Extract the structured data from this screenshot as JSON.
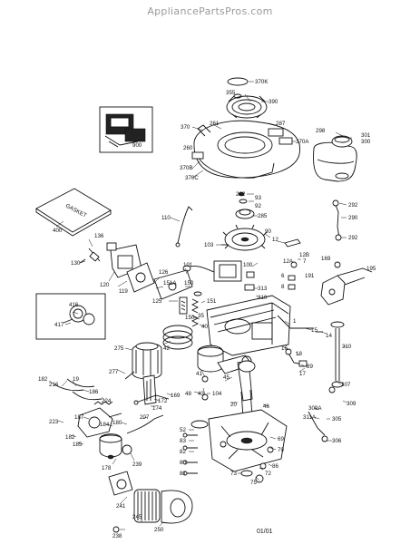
{
  "header": {
    "site": "AppliancePartsPros.com"
  },
  "footer": {
    "page": "01/01"
  },
  "parts": [
    {
      "id": "p370K",
      "label": "370K"
    },
    {
      "id": "p355",
      "label": "355"
    },
    {
      "id": "p390",
      "label": "390"
    },
    {
      "id": "p370",
      "label": "370"
    },
    {
      "id": "p261",
      "label": "261"
    },
    {
      "id": "p287",
      "label": "287"
    },
    {
      "id": "p370A",
      "label": "370A"
    },
    {
      "id": "p260",
      "label": "260"
    },
    {
      "id": "p370B",
      "label": "370B"
    },
    {
      "id": "p370C",
      "label": "370C"
    },
    {
      "id": "p900",
      "label": "900"
    },
    {
      "id": "p298",
      "label": "298"
    },
    {
      "id": "p301",
      "label": "301"
    },
    {
      "id": "p300",
      "label": "300"
    },
    {
      "id": "p262",
      "label": "262"
    },
    {
      "id": "p93",
      "label": "93"
    },
    {
      "id": "p92",
      "label": "92"
    },
    {
      "id": "p285",
      "label": "285"
    },
    {
      "id": "p292a",
      "label": "292"
    },
    {
      "id": "p290",
      "label": "290"
    },
    {
      "id": "p292b",
      "label": "292"
    },
    {
      "id": "p400",
      "label": "400"
    },
    {
      "id": "p110",
      "label": "110"
    },
    {
      "id": "p103",
      "label": "103"
    },
    {
      "id": "p90",
      "label": "90"
    },
    {
      "id": "p12",
      "label": "12"
    },
    {
      "id": "p12B",
      "label": "12B"
    },
    {
      "id": "p12A",
      "label": "12A"
    },
    {
      "id": "p7",
      "label": "7"
    },
    {
      "id": "p6",
      "label": "6"
    },
    {
      "id": "p8",
      "label": "8"
    },
    {
      "id": "p169a",
      "label": "169"
    },
    {
      "id": "p191",
      "label": "191"
    },
    {
      "id": "p195",
      "label": "195"
    },
    {
      "id": "p136",
      "label": "136"
    },
    {
      "id": "p130",
      "label": "130"
    },
    {
      "id": "p120",
      "label": "120"
    },
    {
      "id": "p119",
      "label": "119"
    },
    {
      "id": "p126",
      "label": "126"
    },
    {
      "id": "p151A",
      "label": "151A"
    },
    {
      "id": "p101",
      "label": "101"
    },
    {
      "id": "p150",
      "label": "150"
    },
    {
      "id": "p100",
      "label": "100"
    },
    {
      "id": "p313",
      "label": "313"
    },
    {
      "id": "p310",
      "label": "310"
    },
    {
      "id": "p125",
      "label": "125"
    },
    {
      "id": "p151",
      "label": "151"
    },
    {
      "id": "p416",
      "label": "416"
    },
    {
      "id": "p417",
      "label": "417"
    },
    {
      "id": "p150b",
      "label": "150"
    },
    {
      "id": "p35",
      "label": "35"
    },
    {
      "id": "p40",
      "label": "40"
    },
    {
      "id": "p1",
      "label": "1"
    },
    {
      "id": "p15",
      "label": "15"
    },
    {
      "id": "p14",
      "label": "14"
    },
    {
      "id": "p275",
      "label": "275"
    },
    {
      "id": "p42",
      "label": "42"
    },
    {
      "id": "p16",
      "label": "16"
    },
    {
      "id": "p18",
      "label": "18"
    },
    {
      "id": "p310b",
      "label": "310"
    },
    {
      "id": "p89",
      "label": "89"
    },
    {
      "id": "p17",
      "label": "17"
    },
    {
      "id": "p277",
      "label": "277"
    },
    {
      "id": "p41",
      "label": "41"
    },
    {
      "id": "p43",
      "label": "43"
    },
    {
      "id": "p45",
      "label": "45"
    },
    {
      "id": "p307",
      "label": "307"
    },
    {
      "id": "p182a",
      "label": "182"
    },
    {
      "id": "p216",
      "label": "216"
    },
    {
      "id": "p19",
      "label": "19"
    },
    {
      "id": "p186",
      "label": "186"
    },
    {
      "id": "p224",
      "label": "224"
    },
    {
      "id": "p172",
      "label": "172"
    },
    {
      "id": "p169b",
      "label": "169"
    },
    {
      "id": "p174",
      "label": "174"
    },
    {
      "id": "p48",
      "label": "48"
    },
    {
      "id": "p104",
      "label": "104"
    },
    {
      "id": "p20",
      "label": "20"
    },
    {
      "id": "p46",
      "label": "46"
    },
    {
      "id": "p309",
      "label": "309"
    },
    {
      "id": "p309A",
      "label": "309A"
    },
    {
      "id": "p311A",
      "label": "311A"
    },
    {
      "id": "p305",
      "label": "305"
    },
    {
      "id": "p223",
      "label": "223"
    },
    {
      "id": "p187",
      "label": "187"
    },
    {
      "id": "p184",
      "label": "184"
    },
    {
      "id": "p180",
      "label": "180"
    },
    {
      "id": "p207",
      "label": "207"
    },
    {
      "id": "p182b",
      "label": "182"
    },
    {
      "id": "p185",
      "label": "185"
    },
    {
      "id": "p52",
      "label": "52"
    },
    {
      "id": "p83",
      "label": "83"
    },
    {
      "id": "p82",
      "label": "82"
    },
    {
      "id": "p69",
      "label": "69"
    },
    {
      "id": "p70",
      "label": "70"
    },
    {
      "id": "p306",
      "label": "306"
    },
    {
      "id": "p178",
      "label": "178"
    },
    {
      "id": "p239",
      "label": "239"
    },
    {
      "id": "p80",
      "label": "80"
    },
    {
      "id": "p81",
      "label": "81"
    },
    {
      "id": "p73",
      "label": "73"
    },
    {
      "id": "p75",
      "label": "75"
    },
    {
      "id": "p72",
      "label": "72"
    },
    {
      "id": "p86",
      "label": "86"
    },
    {
      "id": "p241",
      "label": "241"
    },
    {
      "id": "p245",
      "label": "245"
    },
    {
      "id": "p250",
      "label": "250"
    },
    {
      "id": "p238",
      "label": "238"
    }
  ]
}
